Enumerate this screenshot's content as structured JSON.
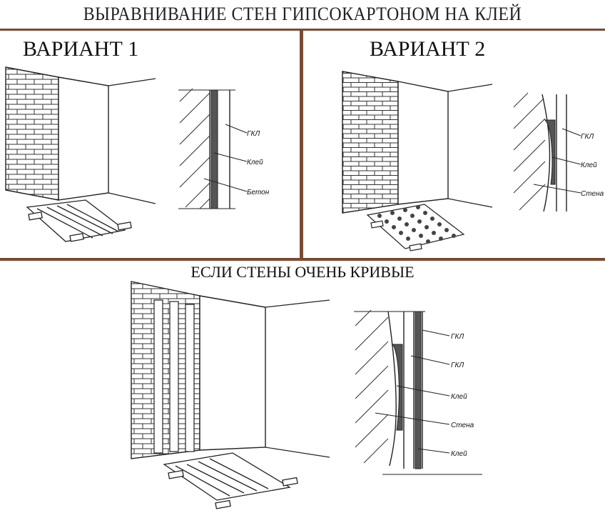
{
  "header": {
    "title": "ВЫРАВНИВАНИЕ СТЕН ГИПСОКАРТОНОМ НА КЛЕЙ"
  },
  "variant1": {
    "title": "ВАРИАНТ 1",
    "labels": [
      "ГКЛ",
      "Клей",
      "Бетон"
    ]
  },
  "variant2": {
    "title": "ВАРИАНТ 2",
    "labels": [
      "ГКЛ",
      "Клей",
      "Стена"
    ]
  },
  "variant3": {
    "title": "ЕСЛИ СТЕНЫ ОЧЕНЬ КРИВЫЕ",
    "labels": [
      "ГКЛ",
      "ГКЛ",
      "Клей",
      "Стена",
      "Клей"
    ]
  },
  "colors": {
    "divider": "#7a4b32",
    "ink": "#222222"
  }
}
